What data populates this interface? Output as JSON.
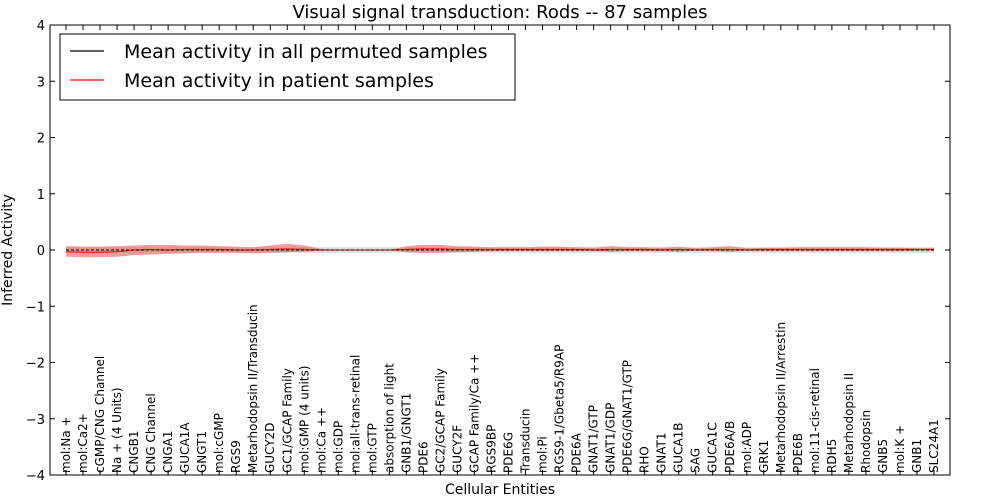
{
  "chart_data": {
    "type": "line",
    "title": "Visual signal transduction: Rods -- 87 samples",
    "xlabel": "Cellular Entities",
    "ylabel": "Inferred Activity",
    "ylim": [
      -4,
      4
    ],
    "yticks": [
      "−4",
      "−3",
      "−2",
      "−1",
      "0",
      "1",
      "2",
      "3",
      "4"
    ],
    "legend_position": "top-left",
    "grid": false,
    "categories": [
      "mol:Na +",
      "mol:Ca2+",
      "cGMP/CNG Channel",
      "Na + (4 Units)",
      "CNGB1",
      "CNG Channel",
      "CNGA1",
      "GUCA1A",
      "GNGT1",
      "mol:cGMP",
      "RGS9",
      "Metarhodopsin II/Transducin",
      "GUCY2D",
      "GC1/GCAP Family",
      "mol:GMP (4 units)",
      "mol:Ca ++",
      "mol:GDP",
      "mol:all-trans-retinal",
      "mol:GTP",
      "absorption of light",
      "GNB1/GNGT1",
      "PDE6",
      "GC2/GCAP Family",
      "GUCY2F",
      "GCAP Family/Ca ++",
      "RGS9BP",
      "PDE6G",
      "Transducin",
      "mol:Pi",
      "RGS9-1/Gbeta5/R9AP",
      "PDE6A",
      "GNAT1/GTP",
      "GNAT1/GDP",
      "PDE6G/GNAT1/GTP",
      "RHO",
      "GNAT1",
      "GUCA1B",
      "SAG",
      "GUCA1C",
      "PDE6A/B",
      "mol:ADP",
      "GRK1",
      "Metarhodopsin II/Arrestin",
      "PDE6B",
      "mol:11-cis-retinal",
      "RDH5",
      "Metarhodopsin II",
      "Rhodopsin",
      "GNB5",
      "mol:K +",
      "GNB1",
      "SLC24A1"
    ],
    "series": [
      {
        "name": "Mean activity in all permuted samples",
        "color": "#000000",
        "values": [
          0,
          0,
          0,
          0,
          0,
          0,
          0,
          0,
          0,
          0,
          0,
          0,
          0,
          0,
          0,
          0,
          0,
          0,
          0,
          0,
          0,
          0,
          0,
          0,
          0,
          0,
          0,
          0,
          0,
          0,
          0,
          0,
          0,
          0,
          0,
          0,
          0,
          0,
          0,
          0,
          0,
          0,
          0,
          0,
          0,
          0,
          0,
          0,
          0,
          0,
          0,
          0
        ],
        "band_lower": [
          -0.05,
          -0.05,
          -0.05,
          -0.05,
          -0.05,
          -0.05,
          -0.05,
          -0.05,
          -0.05,
          -0.05,
          -0.05,
          -0.05,
          -0.05,
          -0.05,
          -0.05,
          -0.05,
          -0.05,
          -0.05,
          -0.05,
          -0.05,
          -0.05,
          -0.05,
          -0.05,
          -0.05,
          -0.05,
          -0.05,
          -0.05,
          -0.05,
          -0.05,
          -0.05,
          -0.05,
          -0.05,
          -0.05,
          -0.05,
          -0.05,
          -0.05,
          -0.05,
          -0.05,
          -0.05,
          -0.05,
          -0.05,
          -0.05,
          -0.05,
          -0.05,
          -0.05,
          -0.05,
          -0.05,
          -0.05,
          -0.05,
          -0.05,
          -0.05,
          -0.05
        ],
        "band_upper": [
          0.05,
          0.05,
          0.05,
          0.05,
          0.05,
          0.05,
          0.05,
          0.05,
          0.05,
          0.05,
          0.05,
          0.05,
          0.05,
          0.05,
          0.05,
          0.05,
          0.05,
          0.05,
          0.05,
          0.05,
          0.05,
          0.05,
          0.05,
          0.05,
          0.05,
          0.05,
          0.05,
          0.05,
          0.05,
          0.05,
          0.05,
          0.05,
          0.05,
          0.05,
          0.05,
          0.05,
          0.05,
          0.05,
          0.05,
          0.05,
          0.05,
          0.05,
          0.05,
          0.05,
          0.05,
          0.05,
          0.05,
          0.05,
          0.05,
          0.05,
          0.05,
          0.05
        ]
      },
      {
        "name": "Mean activity in patient samples",
        "color": "#ff0000",
        "band_color": "#f07070",
        "values": [
          -0.03,
          -0.04,
          -0.04,
          -0.03,
          0.0,
          0.01,
          0.0,
          0.01,
          0.01,
          0.01,
          0.0,
          0.0,
          0.01,
          0.02,
          0.01,
          0.0,
          0.0,
          0.0,
          0.0,
          0.0,
          0.01,
          0.02,
          0.02,
          0.01,
          0.01,
          0.01,
          0.01,
          0.01,
          0.01,
          0.01,
          0.01,
          0.0,
          0.01,
          0.01,
          0.01,
          0.0,
          0.01,
          0.0,
          0.01,
          0.01,
          0.0,
          0.01,
          0.01,
          0.01,
          0.01,
          0.01,
          0.01,
          0.01,
          0.01,
          0.01,
          0.01,
          0.01
        ],
        "band_lower": [
          -0.12,
          -0.13,
          -0.13,
          -0.12,
          -0.09,
          -0.08,
          -0.07,
          -0.06,
          -0.05,
          -0.05,
          -0.05,
          -0.06,
          -0.05,
          -0.04,
          -0.03,
          -0.01,
          0.0,
          0.0,
          0.0,
          0.0,
          -0.04,
          -0.05,
          -0.05,
          -0.04,
          -0.03,
          -0.02,
          -0.02,
          -0.02,
          -0.02,
          -0.02,
          -0.02,
          -0.02,
          -0.03,
          -0.02,
          -0.02,
          -0.02,
          -0.03,
          -0.01,
          -0.02,
          -0.03,
          -0.01,
          -0.02,
          -0.02,
          -0.02,
          -0.02,
          -0.02,
          -0.02,
          -0.02,
          -0.02,
          -0.02,
          -0.01,
          -0.01
        ],
        "band_upper": [
          0.07,
          0.06,
          0.06,
          0.07,
          0.08,
          0.09,
          0.09,
          0.08,
          0.08,
          0.07,
          0.06,
          0.05,
          0.08,
          0.11,
          0.08,
          0.02,
          0.0,
          0.0,
          0.0,
          0.0,
          0.07,
          0.09,
          0.09,
          0.07,
          0.06,
          0.05,
          0.05,
          0.05,
          0.06,
          0.06,
          0.05,
          0.04,
          0.07,
          0.05,
          0.05,
          0.04,
          0.06,
          0.03,
          0.05,
          0.07,
          0.03,
          0.04,
          0.04,
          0.05,
          0.05,
          0.05,
          0.05,
          0.05,
          0.04,
          0.04,
          0.03,
          0.03
        ]
      }
    ]
  }
}
